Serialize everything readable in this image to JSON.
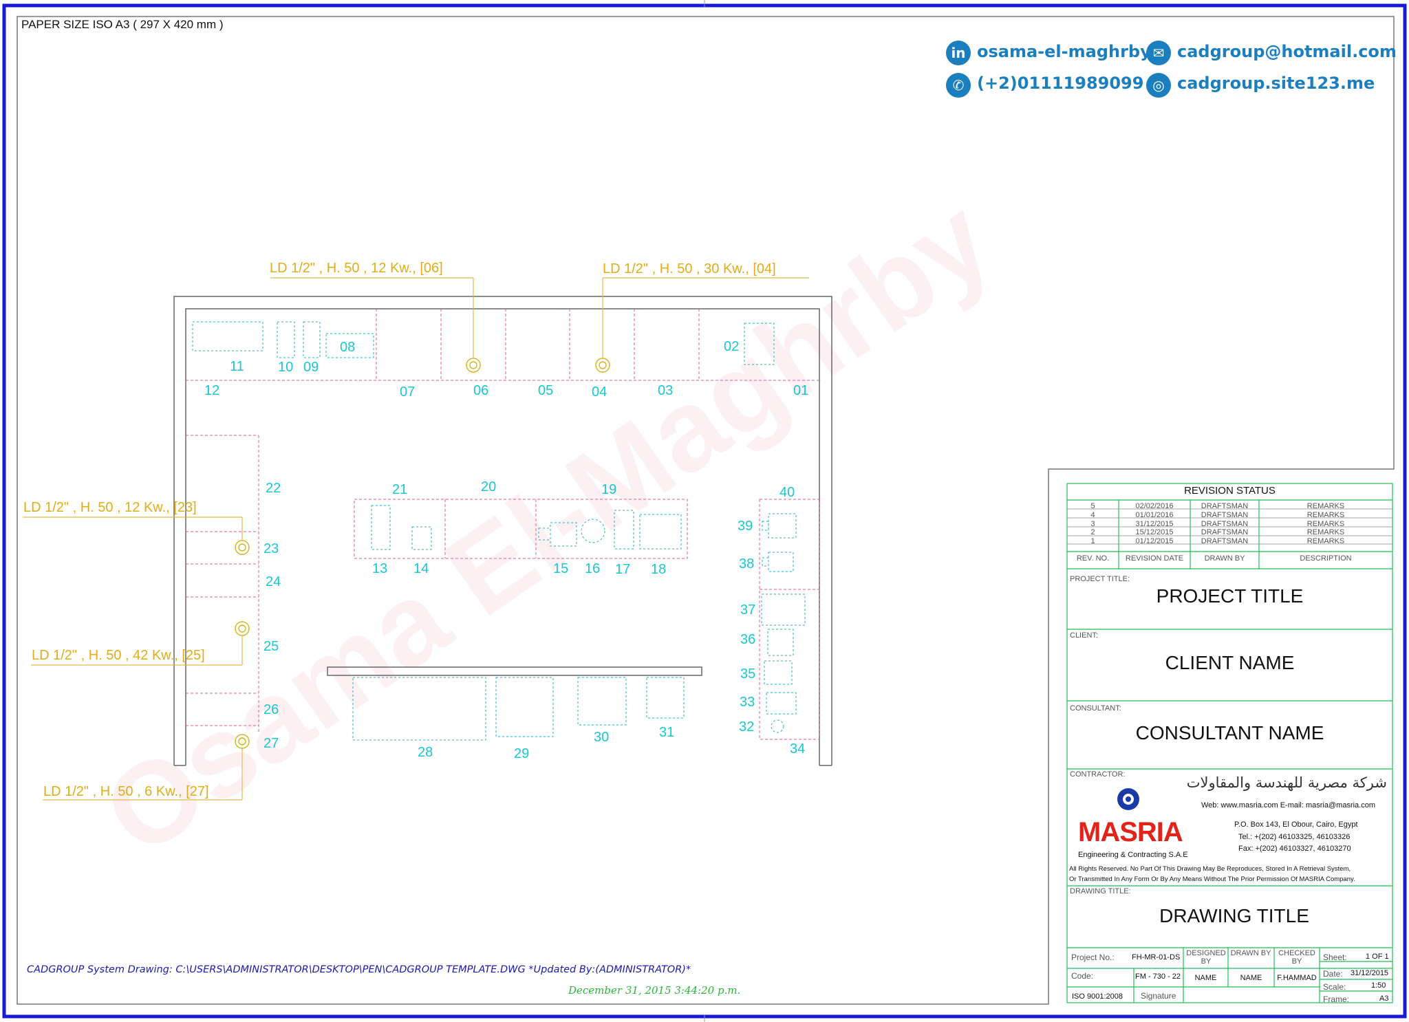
{
  "paper_size": "PAPER SIZE  ISO A3  ( 297 X 420 mm )",
  "contacts": {
    "linkedin": "osama-el-maghrby",
    "email": "cadgroup@hotmail.com",
    "phone": "(+2)01111989099",
    "website": "cadgroup.site123.me"
  },
  "watermark": "Osama El-Maghrby",
  "callouts": [
    "LD  1/2\" , H. 50 , 12 Kw., [06]",
    "LD  1/2\" , H. 50 , 30 Kw., [04]",
    "LD  1/2\" , H. 50 , 12 Kw., [23]",
    "LD  1/2\" , H. 50 , 42 Kw., [25]",
    "LD  1/2\" , H. 50 , 6 Kw., [27]"
  ],
  "item_numbers": [
    "01",
    "02",
    "03",
    "04",
    "05",
    "06",
    "07",
    "08",
    "09",
    "10",
    "11",
    "12",
    "13",
    "14",
    "15",
    "16",
    "17",
    "18",
    "19",
    "20",
    "21",
    "22",
    "23",
    "24",
    "25",
    "26",
    "27",
    "28",
    "29",
    "30",
    "31",
    "32",
    "33",
    "34",
    "35",
    "36",
    "37",
    "38",
    "39",
    "40"
  ],
  "revision": {
    "title": "REVISION STATUS",
    "rows": [
      {
        "no": "5",
        "date": "02/02/2016",
        "by": "DRAFTSMAN",
        "desc": "REMARKS"
      },
      {
        "no": "4",
        "date": "01/01/2016",
        "by": "DRAFTSMAN",
        "desc": "REMARKS"
      },
      {
        "no": "3",
        "date": "31/12/2015",
        "by": "DRAFTSMAN",
        "desc": "REMARKS"
      },
      {
        "no": "2",
        "date": "15/12/2015",
        "by": "DRAFTSMAN",
        "desc": "REMARKS"
      },
      {
        "no": "1",
        "date": "01/12/2015",
        "by": "DRAFTSMAN",
        "desc": "REMARKS"
      }
    ],
    "headers": [
      "REV.  NO.",
      "REVISION  DATE",
      "DRAWN  BY",
      "DESCRIPTION"
    ]
  },
  "title_block": {
    "project_label": "PROJECT  TITLE:",
    "project": "PROJECT TITLE",
    "client_label": "CLIENT:",
    "client": "CLIENT NAME",
    "consultant_label": "CONSULTANT:",
    "consultant": "CONSULTANT NAME",
    "contractor_label": "CONTRACTOR:",
    "arabic_name": "شركة مصرية للهندسة والمقاولات",
    "web": "Web: www.masria.com  E-mail: masria@masria.com",
    "address": "P.O. Box 143, El Obour, Cairo, Egypt",
    "tel": "Tel.: +(202) 46103325, 46103326",
    "fax": "Fax: +(202) 46103327, 46103270",
    "company": "MASRIA",
    "company_sub": "Engineering & Contracting S.A.E",
    "rights_1": "All Rights Reserved. No Part Of This Drawing May Be Reproduces, Stored In A Retrieval System,",
    "rights_2": "Or Transmitted In Any Form Or By Any Means Without The Prior Permission Of MASRIA Company.",
    "drawing_label": "DRAWING  TITLE:",
    "drawing": "DRAWING TITLE",
    "project_no_label": "Project  No.:",
    "project_no": "FH-MR-01-DS",
    "code_label": "Code:",
    "code": "FM - 730 - 22",
    "iso": "ISO 9001:2008",
    "signature": "Signature",
    "designed_by_label": "DESIGNED BY",
    "designed_by": "NAME",
    "drawn_by_label": "DRAWN BY",
    "drawn_by": "NAME",
    "checked_by_label": "CHECKED BY",
    "checked_by": "F.HAMMAD",
    "sheet_label": "Sheet:",
    "sheet": "1 OF 1",
    "date_label": "Date:",
    "date": "31/12/2015",
    "scale_label": "Scale:",
    "scale": "1:50",
    "frame_label": "Frame:",
    "frame": "A3"
  },
  "footer": {
    "path": "CADGROUP System Drawing: C:\\USERS\\ADMINISTRATOR\\DESKTOP\\PEN\\CADGROUP TEMPLATE.DWG *Updated By:(ADMINISTRATOR)*",
    "date": "December 31, 2015 3:44:20 p.m."
  }
}
